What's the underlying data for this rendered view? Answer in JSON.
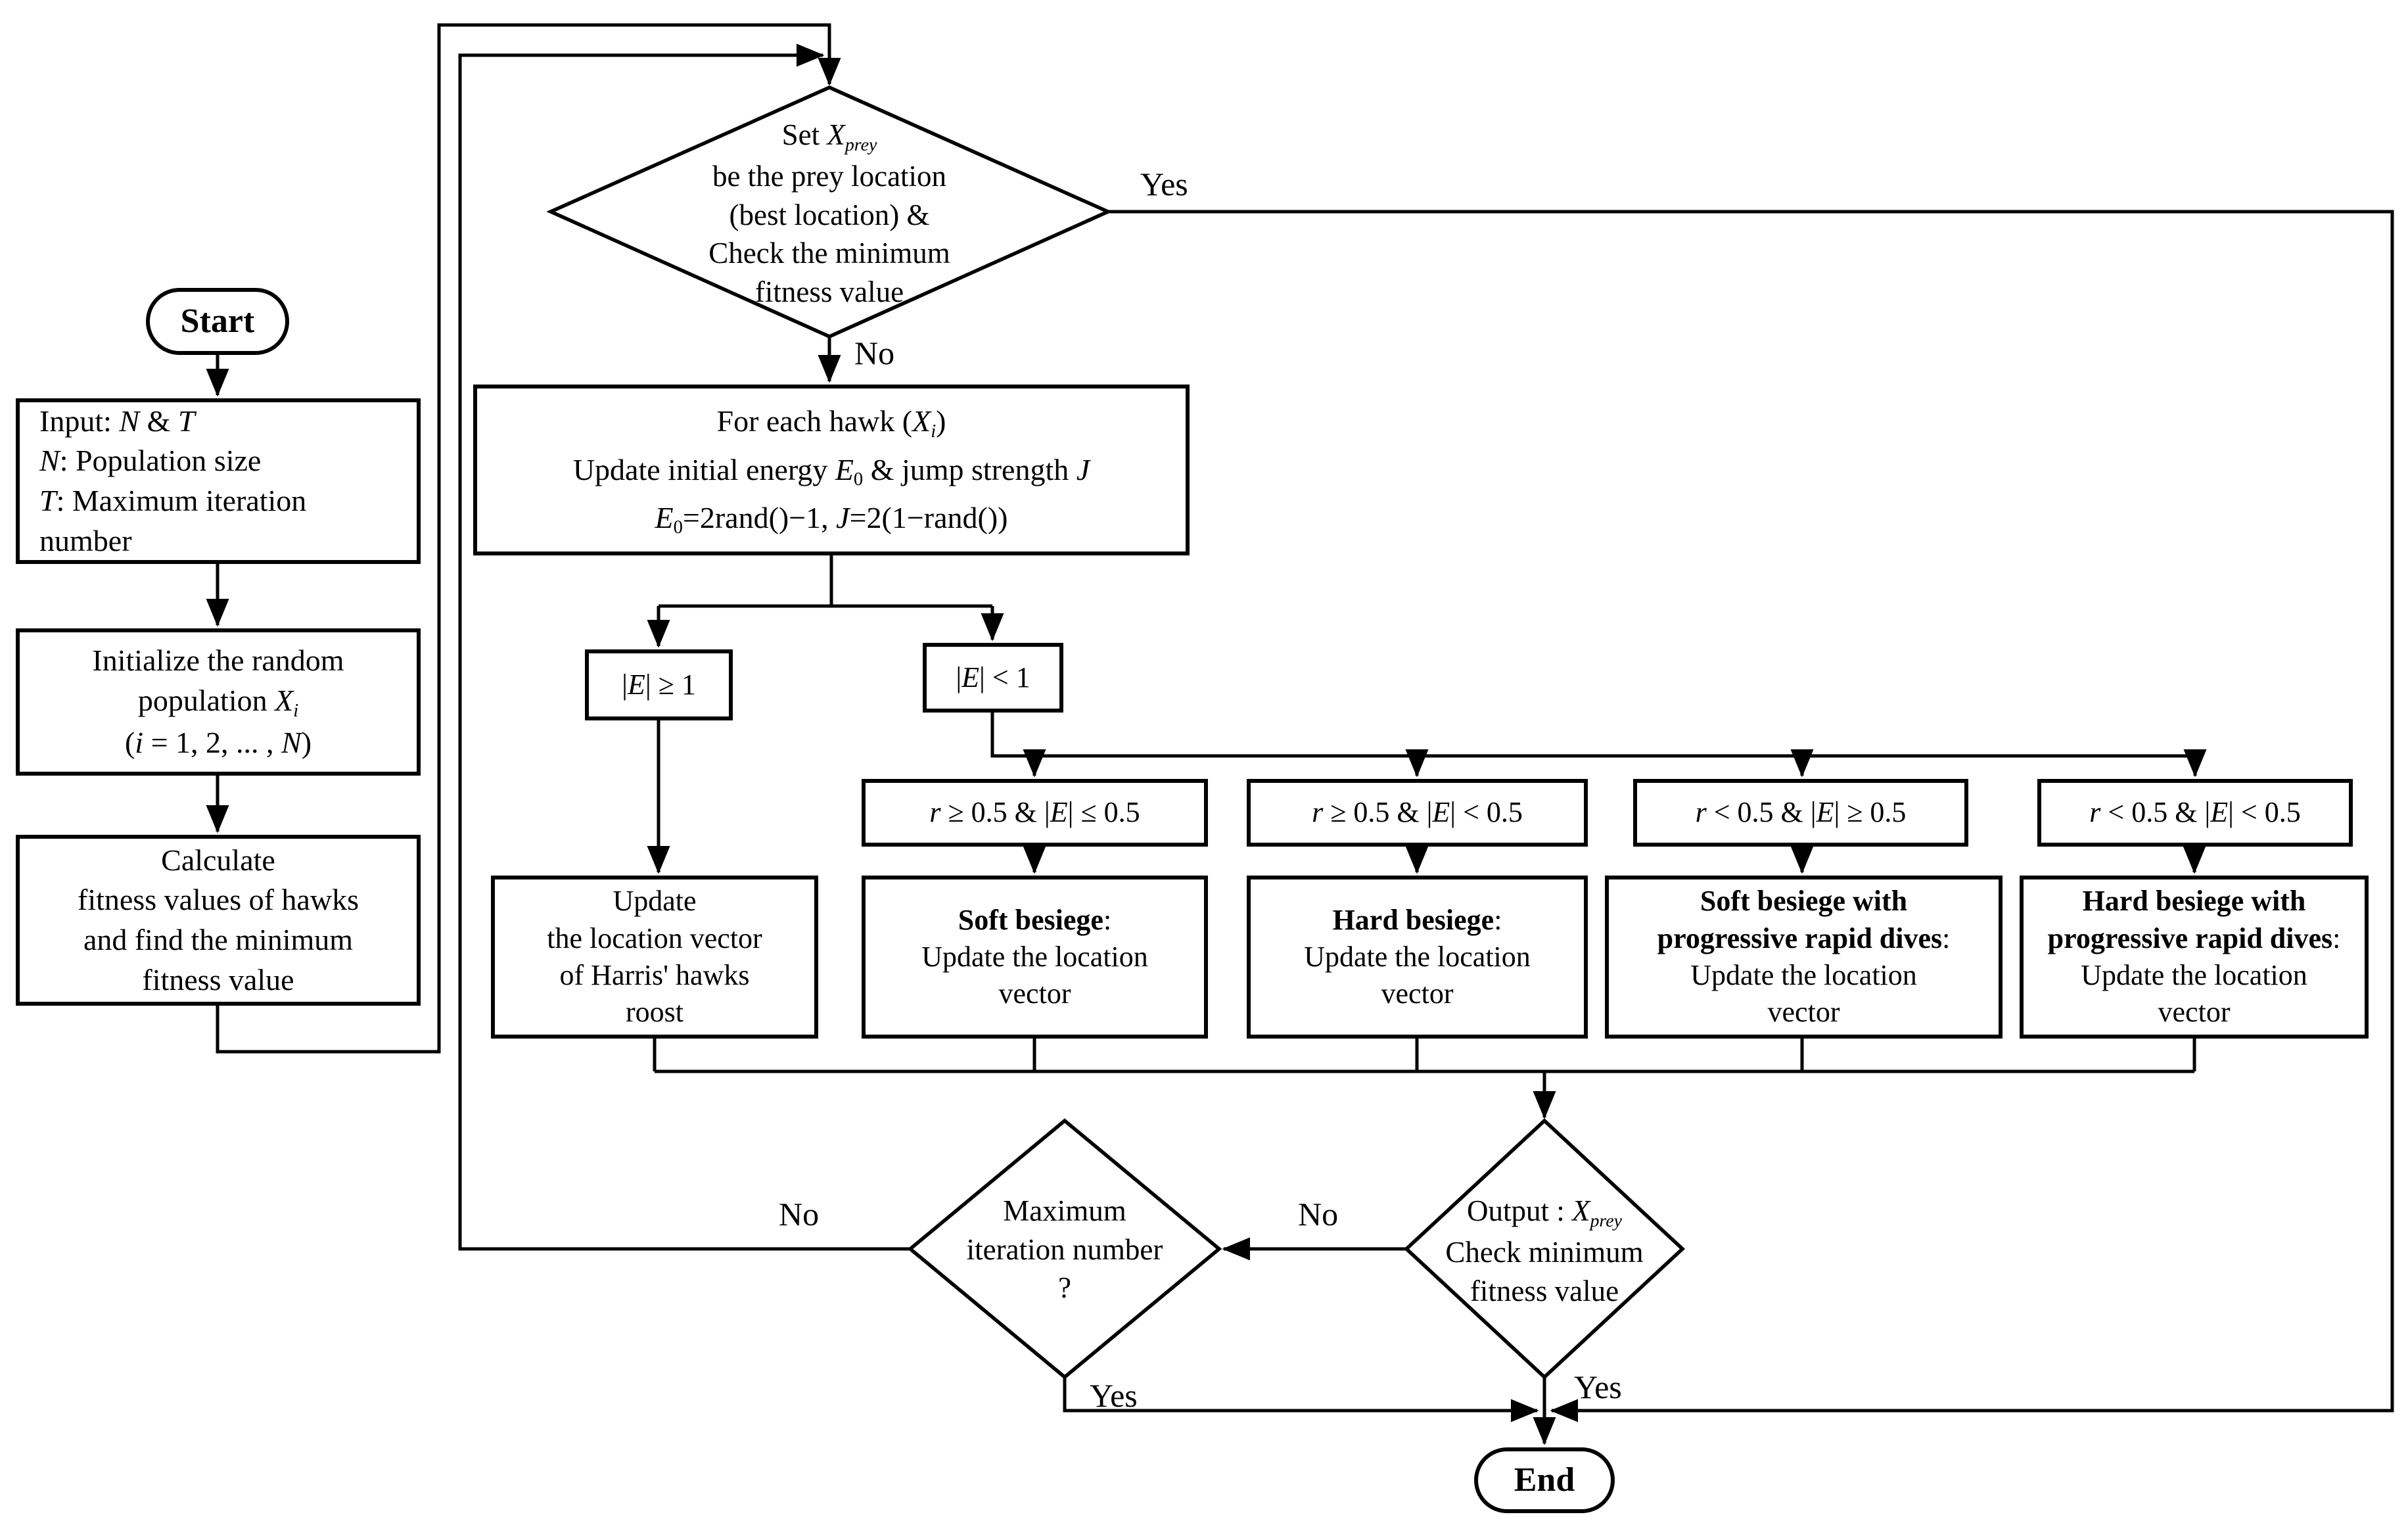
{
  "diagram": {
    "terminals": {
      "start": "Start",
      "end": "End"
    },
    "labels": {
      "yes_top": "Yes",
      "no_top": "No",
      "no_maxiter": "No",
      "no_output": "No",
      "yes_maxiter": "Yes",
      "yes_output": "Yes"
    },
    "input": {
      "l1_pre": "Input: ",
      "l1_n": "N",
      "l1_amp": " & ",
      "l1_t": "T",
      "l2_n": "N",
      "l2_rest": ": Population size",
      "l3_t": "T",
      "l3_rest": ": Maximum iteration",
      "l4": "number"
    },
    "initialize": {
      "l1": "Initialize the random",
      "l2_pre": "population ",
      "l2_x": "X",
      "l2_sub": "i",
      "l3_pre": "(",
      "l3_i": "i",
      "l3_mid": " = 1, 2, ... , ",
      "l3_n": "N",
      "l3_post": ")"
    },
    "calculate": {
      "l1": "Calculate",
      "l2": "fitness values of hawks",
      "l3": "and find the minimum",
      "l4": "fitness value"
    },
    "decide_prey": {
      "l1_pre": "Set ",
      "l1_x": "X",
      "l1_sub": "prey",
      "l2": "be the prey location",
      "l3": "(best location) &",
      "l4": "Check the minimum",
      "l5": "fitness value"
    },
    "foreach": {
      "l1_pre": "For each hawk (",
      "l1_x": "X",
      "l1_sub": "i",
      "l1_post": ")",
      "l2_pre": "Update initial energy ",
      "l2_e": "E",
      "l2_sub": "0",
      "l2_mid": " & jump strength ",
      "l2_j": "J",
      "l3_e": "E",
      "l3_sub": "0",
      "l3_eq": "=2rand()−1,  ",
      "l3_j": "J",
      "l3_eq2": "=2(1−rand())"
    },
    "e_ge_1": {
      "bar": "|",
      "e": "E",
      "rest": "| ≥ 1"
    },
    "e_lt_1": {
      "bar": "|",
      "e": "E",
      "rest": "| < 1"
    },
    "conditions": [
      {
        "r": "r",
        "mid": " ≥ 0.5 & |",
        "e": "E",
        "tail": "| ≤ 0.5"
      },
      {
        "r": "r",
        "mid": " ≥ 0.5 & |",
        "e": "E",
        "tail": "| < 0.5"
      },
      {
        "r": "r",
        "mid": " < 0.5 & |",
        "e": "E",
        "tail": "| ≥ 0.5"
      },
      {
        "r": "r",
        "mid": " < 0.5 & |",
        "e": "E",
        "tail": "| < 0.5"
      }
    ],
    "actions": {
      "roost": {
        "l1": "Update",
        "l2": "the location vector",
        "l3": "of Harris' hawks",
        "l4": "roost"
      },
      "soft": {
        "b1": "Soft besiege",
        "colon": ":",
        "l1": "Update the location",
        "l2": "vector"
      },
      "hard": {
        "b1": "Hard besiege",
        "colon": ":",
        "l1": "Update the location",
        "l2": "vector"
      },
      "soft_dives": {
        "b1": "Soft besiege with",
        "b2": "progressive rapid dives",
        "colon": ":",
        "l1": "Update the location",
        "l2": "vector"
      },
      "hard_dives": {
        "b1": "Hard besiege with",
        "b2": "progressive rapid dives",
        "colon": ":",
        "l1": "Update the location",
        "l2": "vector"
      }
    },
    "maxiter": {
      "l1": "Maximum",
      "l2": "iteration number",
      "l3": "?"
    },
    "output": {
      "l1_pre": "Output : ",
      "l1_x": "X",
      "l1_sub": "prey",
      "l2": "Check minimum",
      "l3": "fitness value"
    }
  }
}
